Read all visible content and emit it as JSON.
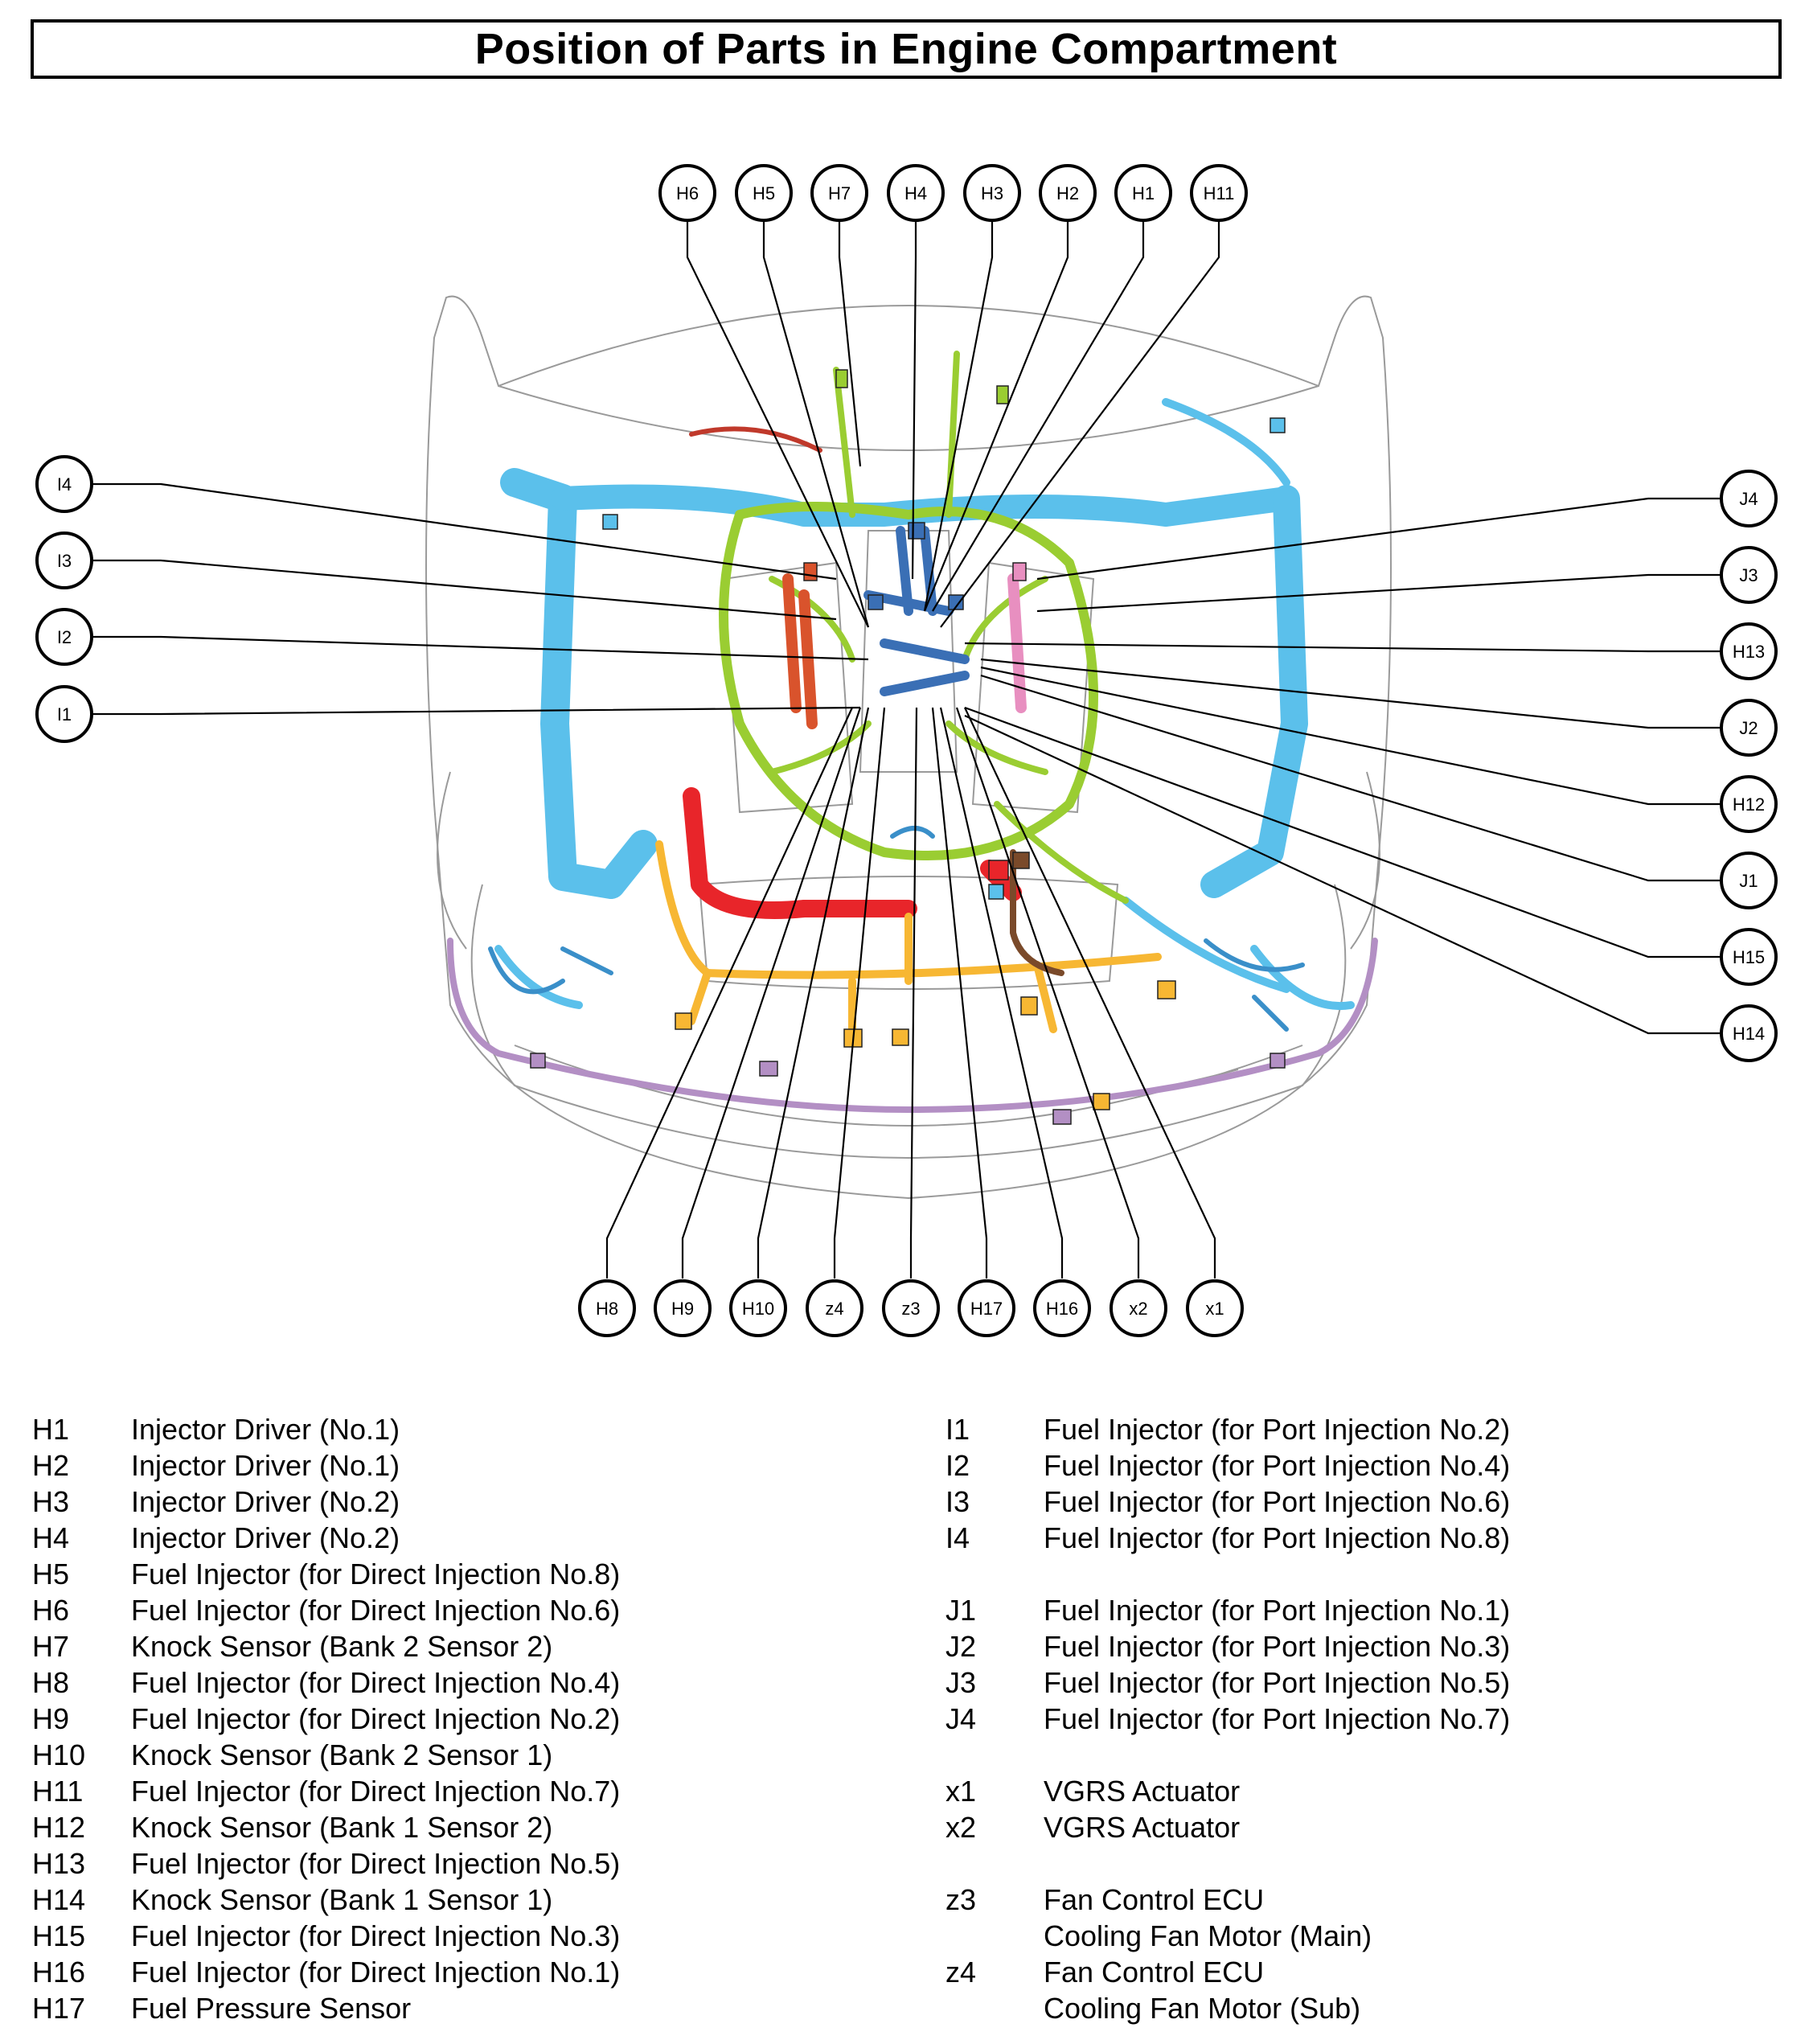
{
  "title": "Position of Parts in Engine Compartment",
  "callouts": {
    "H6": "H6",
    "H5": "H5",
    "H7": "H7",
    "H4": "H4",
    "H3": "H3",
    "H2": "H2",
    "H1": "H1",
    "H11": "H11",
    "I4": "I4",
    "I3": "I3",
    "I2": "I2",
    "I1": "I1",
    "J4": "J4",
    "J3": "J3",
    "H13": "H13",
    "J2": "J2",
    "H12": "H12",
    "J1": "J1",
    "H15": "H15",
    "H14": "H14",
    "H8": "H8",
    "H9": "H9",
    "H10": "H10",
    "z4": "z4",
    "z3": "z3",
    "H17": "H17",
    "H16": "H16",
    "x2": "x2",
    "x1": "x1"
  },
  "legend_left": [
    {
      "code": "H1",
      "desc": "Injector Driver (No.1)"
    },
    {
      "code": "H2",
      "desc": "Injector Driver (No.1)"
    },
    {
      "code": "H3",
      "desc": "Injector Driver (No.2)"
    },
    {
      "code": "H4",
      "desc": "Injector Driver (No.2)"
    },
    {
      "code": "H5",
      "desc": "Fuel Injector (for Direct Injection No.8)"
    },
    {
      "code": "H6",
      "desc": "Fuel Injector (for Direct Injection No.6)"
    },
    {
      "code": "H7",
      "desc": "Knock Sensor (Bank 2 Sensor 2)"
    },
    {
      "code": "H8",
      "desc": "Fuel Injector (for Direct Injection No.4)"
    },
    {
      "code": "H9",
      "desc": "Fuel Injector (for Direct Injection No.2)"
    },
    {
      "code": "H10",
      "desc": "Knock Sensor (Bank 2 Sensor 1)"
    },
    {
      "code": "H11",
      "desc": "Fuel Injector (for Direct Injection No.7)"
    },
    {
      "code": "H12",
      "desc": "Knock Sensor (Bank 1 Sensor 2)"
    },
    {
      "code": "H13",
      "desc": "Fuel Injector (for Direct Injection No.5)"
    },
    {
      "code": "H14",
      "desc": "Knock Sensor (Bank 1 Sensor 1)"
    },
    {
      "code": "H15",
      "desc": "Fuel Injector (for Direct Injection No.3)"
    },
    {
      "code": "H16",
      "desc": "Fuel Injector (for Direct Injection No.1)"
    },
    {
      "code": "H17",
      "desc": "Fuel Pressure Sensor"
    }
  ],
  "legend_right": [
    {
      "code": "I1",
      "desc": "Fuel Injector (for Port Injection No.2)"
    },
    {
      "code": "I2",
      "desc": "Fuel Injector (for Port Injection No.4)"
    },
    {
      "code": "I3",
      "desc": "Fuel Injector (for Port Injection No.6)"
    },
    {
      "code": "I4",
      "desc": "Fuel Injector (for Port Injection No.8)"
    },
    {
      "code": "",
      "desc": ""
    },
    {
      "code": "J1",
      "desc": "Fuel Injector (for Port Injection No.1)"
    },
    {
      "code": "J2",
      "desc": "Fuel Injector (for Port Injection No.3)"
    },
    {
      "code": "J3",
      "desc": "Fuel Injector (for Port Injection No.5)"
    },
    {
      "code": "J4",
      "desc": "Fuel Injector (for Port Injection No.7)"
    },
    {
      "code": "",
      "desc": ""
    },
    {
      "code": "x1",
      "desc": "VGRS Actuator"
    },
    {
      "code": "x2",
      "desc": "VGRS Actuator"
    },
    {
      "code": "",
      "desc": ""
    },
    {
      "code": "z3",
      "desc": "Fan Control ECU"
    },
    {
      "code": "",
      "desc": "Cooling Fan Motor (Main)"
    },
    {
      "code": "z4",
      "desc": "Fan Control ECU"
    },
    {
      "code": "",
      "desc": "Cooling Fan Motor (Sub)"
    }
  ],
  "harness_colors": {
    "blue": "#5bc0eb",
    "green": "#9acd32",
    "orange": "#f7b733",
    "red": "#e8252a",
    "purple": "#b38fc4",
    "pink": "#e88fc0",
    "darkblue": "#3a6fb5",
    "brown": "#7a4a2a",
    "rust": "#d9532c"
  }
}
